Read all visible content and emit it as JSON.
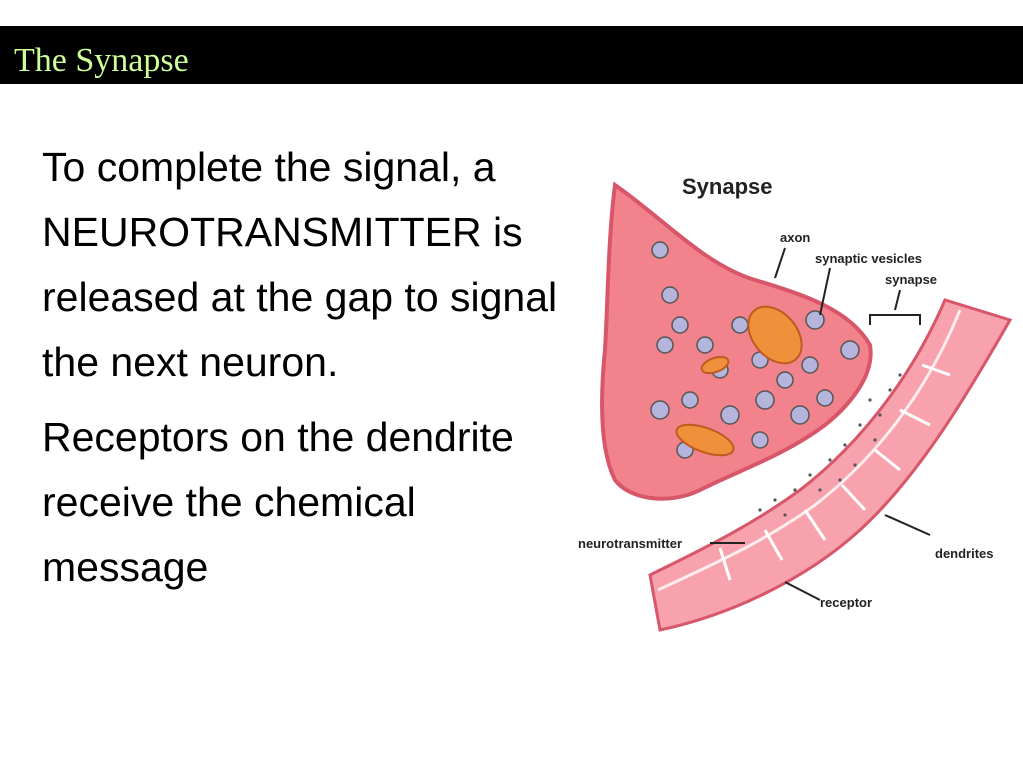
{
  "slide": {
    "title": "The Synapse",
    "paragraphs": [
      "To complete the signal, a NEUROTRANSMITTER is released at the gap to signal the next neuron.",
      "Receptors on the dendrite receive the chemical message"
    ]
  },
  "diagram": {
    "heading": "Synapse",
    "labels": {
      "axon": "axon",
      "synaptic_vesicles": "synaptic vesicles",
      "synapse": "synapse",
      "neurotransmitter": "neurotransmitter",
      "dendrites": "dendrites",
      "receptor": "receptor"
    }
  },
  "colors": {
    "title_bar": "#000000",
    "title_text": "#ccff99",
    "neuron_fill": "#f2838c",
    "neuron_outline": "#d8566a",
    "dendrite_fill": "#f7a2ac",
    "vesicle": "#b4b4dc",
    "mitochondria": "#f0903a"
  }
}
